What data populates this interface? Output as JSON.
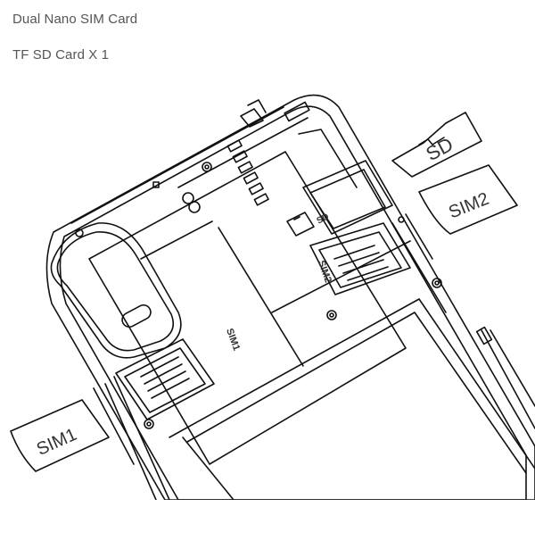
{
  "specs": [
    "Dual Nano SIM Card",
    "TF SD Card X 1"
  ],
  "diagram": {
    "sd_label": "SD",
    "sim2_card_label": "SIM2",
    "sim1_card_label": "SIM1",
    "slot_label_sim1": "SIM1",
    "slot_label_sim2": "SIM2",
    "slot_label_sd": "SD",
    "stroke_color": "#111111"
  }
}
